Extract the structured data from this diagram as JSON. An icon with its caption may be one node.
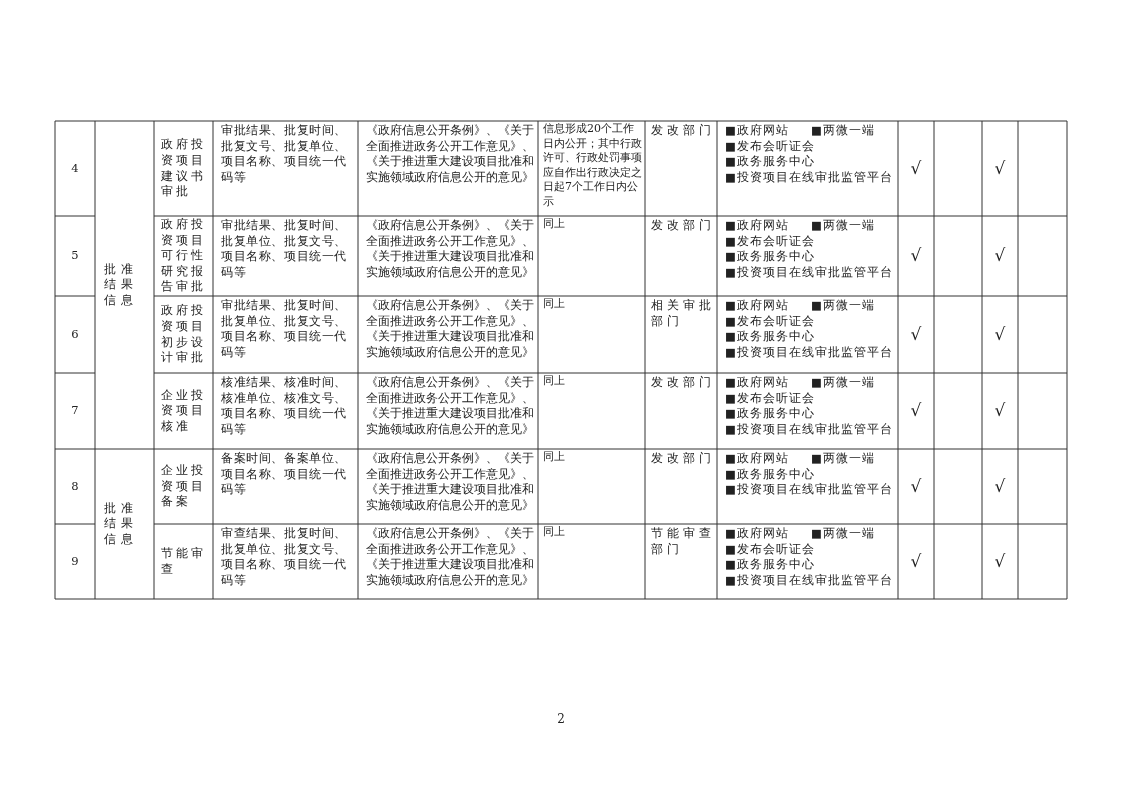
{
  "diagram": {
    "labels": [
      "4",
      "批准结果信息",
      "政府投资项目建议书审批",
      "审批结果、批复时间、批复文号、批复单位、项目名称、项目统一代码等",
      "《政府信息公开条例》、《关于全面推进政务公开工作意见》、《关于推进重大建设项目批准和实施领域政府信息公开的意见》",
      "信息形成20个工作日内公开；其中行政许可、行政处罚事项应自作出行政决定之日起7个工作日内公示",
      "发改部门",
      "■政府网站",
      "■两微一端",
      "■发布会听证会",
      "■政务服务中心",
      "■投资项目在线审批监管平台",
      "√",
      "√",
      "5",
      "政府投资项目可行性研究报告审批",
      "审批结果、批复时间、批复单位、批复文号、项目名称、项目统一代码等",
      "《政府信息公开条例》、《关于全面推进政务公开工作意见》、《关于推进重大建设项目批准和实施领域政府信息公开的意见》",
      "同上",
      "发改部门",
      "■政府网站",
      "■两微一端",
      "■发布会听证会",
      "■政务服务中心",
      "■投资项目在线审批监管平台",
      "√",
      "√",
      "6",
      "政府投资项目初步设计审批",
      "审批结果、批复时间、批复单位、批复文号、项目名称、项目统一代码等",
      "《政府信息公开条例》、《关于全面推进政务公开工作意见》、《关于推进重大建设项目批准和实施领域政府信息公开的意见》",
      "同上",
      "相关审批部门",
      "■政府网站",
      "■两微一端",
      "■发布会听证会",
      "■政务服务中心",
      "■投资项目在线审批监管平台",
      "√",
      "√",
      "7",
      "企业投资项目核准",
      "核准结果、核准时间、核准单位、核准文号、项目名称、项目统一代码等",
      "《政府信息公开条例》、《关于全面推进政务公开工作意见》、《关于推进重大建设项目批准和实施领域政府信息公开的意见》",
      "同上",
      "发改部门",
      "■政府网站",
      "■两微一端",
      "■发布会听证会",
      "■政务服务中心",
      "■投资项目在线审批监管平台",
      "√",
      "√",
      "8",
      "批准结果信息",
      "企业投资项目备案",
      "备案时间、备案单位、项目名称、项目统一代码等",
      "《政府信息公开条例》、《关于全面推进政务公开工作意见》、《关于推进重大建设项目批准和实施领域政府信息公开的意见》",
      "同上",
      "发改部门",
      "■政府网站",
      "■两微一端",
      "■政务服务中心",
      "■投资项目在线审批监管平台",
      "√",
      "√",
      "9",
      "节能审查",
      "审查结果、批复时间、批复单位、批复文号、项目名称、项目统一代码等",
      "《政府信息公开条例》、《关于全面推进政务公开工作意见》、《关于推进重大建设项目批准和实施领域政府信息公开的意见》",
      "同上",
      "节能审查部门",
      "■政府网站",
      "■两微一端",
      "■发布会听证会",
      "■政务服务中心",
      "■投资项目在线审批监管平台",
      "√",
      "√",
      "2"
    ]
  }
}
